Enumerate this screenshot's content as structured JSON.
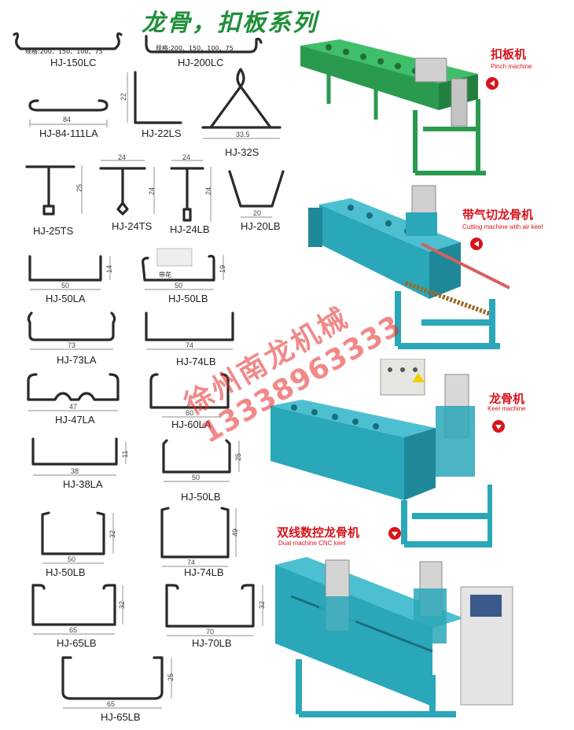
{
  "title": "龙骨，扣板系列",
  "spec_text": "规格:200、150、100、75",
  "dai_hua": "带花",
  "profiles": [
    {
      "name": "HJ-150LC"
    },
    {
      "name": "HJ-200LC"
    },
    {
      "name": "HJ-84-111LA",
      "dims": [
        "84"
      ]
    },
    {
      "name": "HJ-22LS",
      "dims": [
        "22"
      ]
    },
    {
      "name": "HJ-32S",
      "dims": [
        "33.5"
      ]
    },
    {
      "name": "HJ-25TS",
      "dims": [
        "25"
      ]
    },
    {
      "name": "HJ-24TS",
      "dims": [
        "24",
        "24"
      ]
    },
    {
      "name": "HJ-24LB",
      "dims": [
        "24",
        "24"
      ]
    },
    {
      "name": "HJ-20LB",
      "dims": [
        "20"
      ]
    },
    {
      "name": "HJ-50LA",
      "dims": [
        "50",
        "14"
      ]
    },
    {
      "name": "HJ-50LB",
      "dims": [
        "50",
        "19"
      ]
    },
    {
      "name": "HJ-73LA",
      "dims": [
        "73"
      ]
    },
    {
      "name": "HJ-74LB",
      "dims": [
        "74"
      ]
    },
    {
      "name": "HJ-47LA",
      "dims": [
        "47"
      ]
    },
    {
      "name": "HJ-60LA",
      "dims": [
        "60"
      ]
    },
    {
      "name": "HJ-38LA",
      "dims": [
        "38",
        "11"
      ]
    },
    {
      "name": "HJ-50LB",
      "dims": [
        "50",
        "25"
      ]
    },
    {
      "name": "HJ-50LB",
      "dims": [
        "50",
        "32"
      ]
    },
    {
      "name": "HJ-74LB",
      "dims": [
        "74",
        "49"
      ]
    },
    {
      "name": "HJ-65LB",
      "dims": [
        "65",
        "32"
      ]
    },
    {
      "name": "HJ-70LB",
      "dims": [
        "70",
        "32"
      ]
    },
    {
      "name": "HJ-65LB",
      "dims": [
        "65",
        "25"
      ]
    }
  ],
  "machines": [
    {
      "title": "扣板机",
      "subtitle": "Pinch machine"
    },
    {
      "title": "带气切龙骨机",
      "subtitle": "Cutting machine with air keel"
    },
    {
      "title": "龙骨机",
      "subtitle": "Keel machine"
    },
    {
      "title": "双线数控龙骨机",
      "subtitle": "Dual machine CNC keel"
    }
  ],
  "watermark": {
    "line1": "徐州南龙机械",
    "line2": "13338963333"
  },
  "colors": {
    "title_green": "#1f8f3a",
    "label_red": "#d8141b",
    "machine_green": "#2faa58",
    "machine_teal": "#2aa7b8"
  }
}
